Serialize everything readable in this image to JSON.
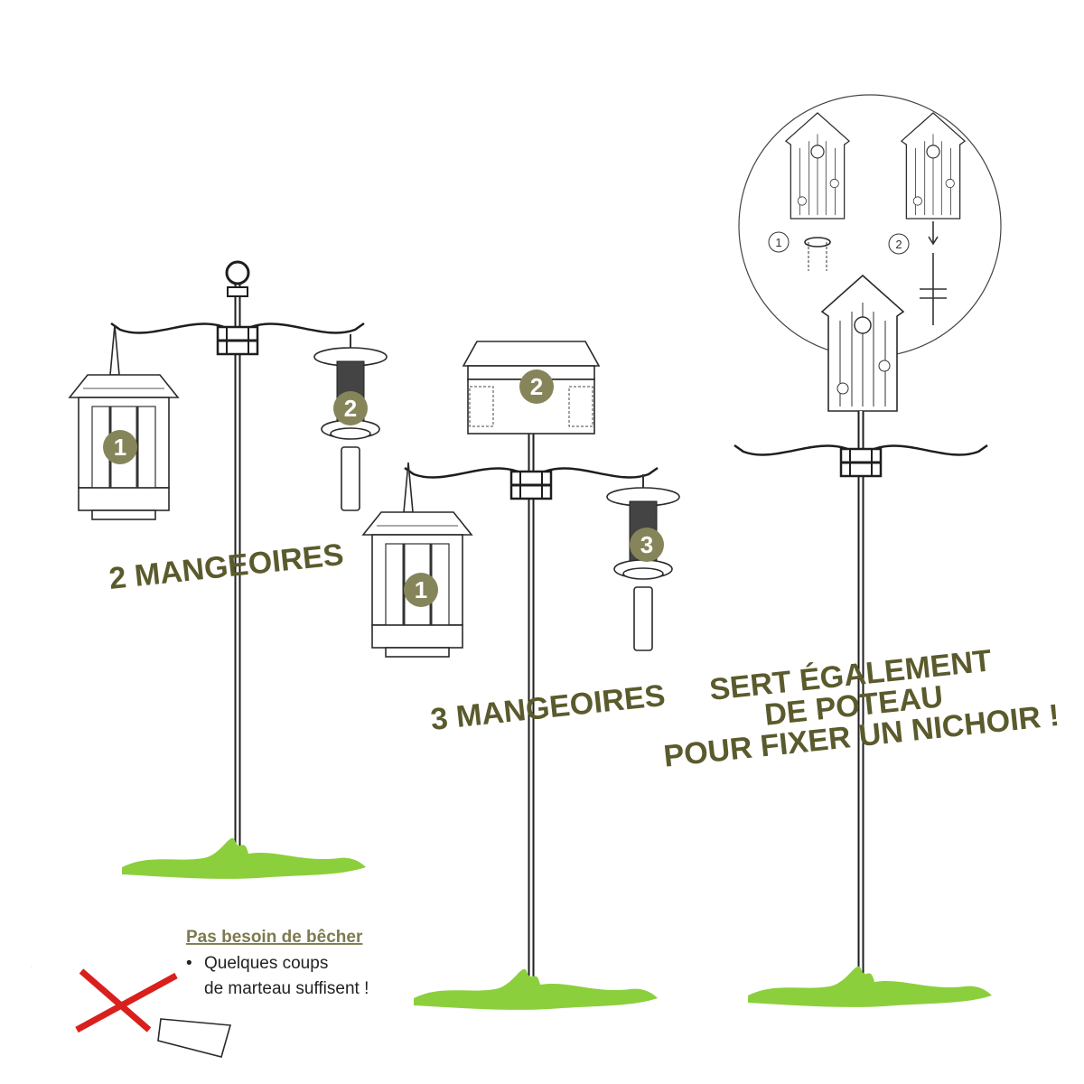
{
  "labels": {
    "two_feeders": "2 MANGEOIRES",
    "three_feeders": "3 MANGEOIRES",
    "nest_line1": "SERT ÉGALEMENT",
    "nest_line2": "DE POTEAU",
    "nest_line3": "POUR FIXER UN NICHOIR !"
  },
  "badges": {
    "one": "1",
    "two": "2",
    "three": "3"
  },
  "steps": {
    "one": "1",
    "two": "2"
  },
  "note": {
    "title": "Pas besoin de bêcher",
    "bullet": "•",
    "line1": "Quelques coups",
    "line2": "de marteau suffisent !"
  },
  "colors": {
    "text": "#5b5a2c",
    "badge": "#86855a",
    "grass": "#8ccf3c",
    "cross": "#d9201c"
  }
}
